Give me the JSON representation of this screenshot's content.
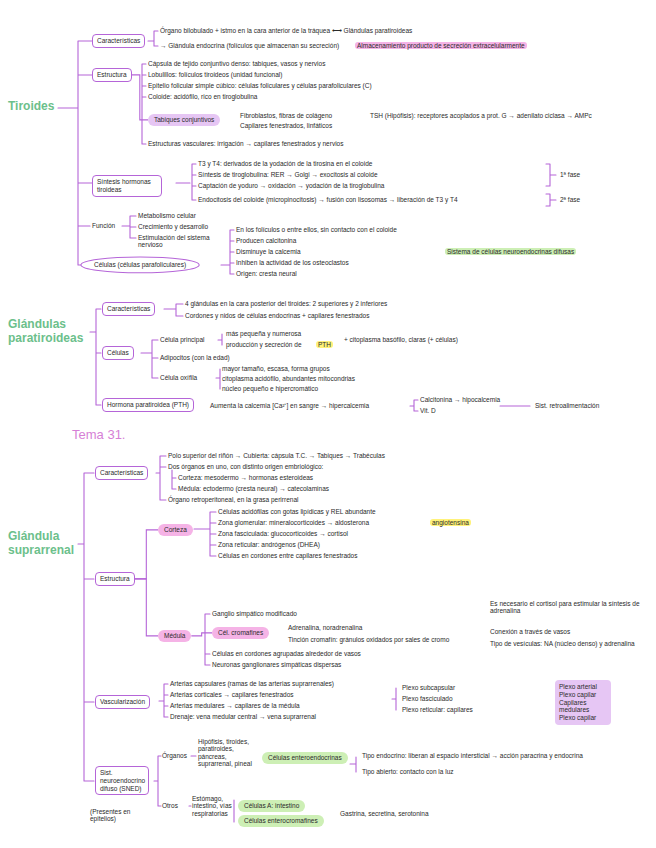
{
  "diagram": {
    "nodes": [
      {
        "text": [
          "Características"
        ]
      },
      {
        "text": [
          "Estructura"
        ]
      },
      {
        "text": [
          "Tabiques conjuntivos"
        ]
      },
      {
        "text": [
          "Síntesis hormonas tiroideas"
        ]
      },
      {
        "text": [
          "Células (células parafoliculares)"
        ]
      },
      {
        "text": [
          "Características"
        ]
      },
      {
        "text": [
          "Células"
        ]
      },
      {
        "text": [
          "Hormona paratiroidea (PTH)"
        ]
      },
      {
        "text": [
          "Características"
        ]
      },
      {
        "text": [
          "Estructura"
        ]
      },
      {
        "text": [
          "Corteza"
        ]
      },
      {
        "text": [
          "Médula"
        ]
      },
      {
        "text": [
          "Cél. cromafines"
        ]
      },
      {
        "text": [
          "Vascularización"
        ]
      },
      {
        "text": [
          "Plexo arterial Plexo capilar Capilares medulares Plexo capilar"
        ]
      },
      {
        "text": [
          "Sist. neuroendocrino difuso (SNED)"
        ]
      },
      {
        "text": [
          "Células enteroendocrinas"
        ]
      },
      {
        "text": [
          "Células A: intestino"
        ]
      },
      {
        "text": [
          "Células enterocromafines"
        ]
      }
    ],
    "edges": [
      {
        "from": 1,
        "to": 2,
        "arrow": "none"
      },
      {
        "from": 9,
        "to": 10,
        "arrow": "none"
      },
      {
        "from": 9,
        "to": 11,
        "arrow": "none"
      },
      {
        "from": 11,
        "to": 12,
        "arrow": "none"
      }
    ],
    "labels": [
      "Tiroides",
      "Órgano bilobulado + istmo en la cara anterior de la tráquea ⟷ Glándulas paratiroideas",
      "→ Glándula endocrina (folículos que almacenan su secreción)",
      "Almacenamiento producto de secreción extracelularmente",
      "Cápsula de tejido conjuntivo denso: tabiques, vasos y nervios",
      "Lobulillos: folículos tiroideos (unidad funcional)",
      "Epitelio folicular simple cúbico: células foliculares y células parafoliculares (C)",
      "Coloide: acidófilo, rico en tiroglobulina",
      "Fibroblastos, fibras de colágeno",
      "Capilares fenestrados, linfáticos",
      "TSH (Hipófisis): receptores acoplados a prot. G → adenilato ciclasa → AMPc",
      "Estructuras vasculares: irrigación → capilares fenestrados y nervios",
      "T3 y T4: derivados de la yodación de la tirosina en el coloide",
      "Síntesis de tiroglobulina: RER → Golgi → exocitosis al coloide",
      "Captación de yoduro → oxidación → yodación de la tiroglobulina",
      "1ª fase",
      "Endocitosis del coloide (micropinocitosis) → fusión con lisosomas → liberación de T3 y T4",
      "2ª fase",
      "Función",
      "Metabolismo celular",
      "Crecimiento y desarrollo",
      "Estimulación del sistema nervioso",
      "En los folículos o entre ellos, sin contacto con el coloide",
      "Producen calcitonina",
      "Disminuye la calcemia",
      "Inhiben la actividad de los osteoclastos",
      "Origen: cresta neural",
      "Sistema de células neuroendocrinas difusas",
      "Glándulas paratiroideas",
      "4 glándulas en la cara posterior del tiroides: 2 superiores y 2 inferiores",
      "Cordones y nidos de células endocrinas + capilares fenestrados",
      "Célula principal",
      "más pequeña y numerosa",
      "producción y secreción de",
      "PTH",
      "+ citoplasma basófilo, claras (+ células)",
      "Adipocitos (con la edad)",
      "Célula oxífila",
      "mayor tamaño, escasa, forma grupos",
      "citoplasma acidófilo, abundantes mitocondrias",
      "núcleo pequeño e hipercromático",
      "Aumenta la calcemia [Ca²⁺] en sangre → hipercalcemia",
      "Calcitonina → hipocalcemia",
      "Vit. D",
      "Sist. retroalimentación",
      "Tema 31.",
      "Glándula suprarrenal",
      "Polo superior del riñón → Cubierta: cápsula T.C. → Tabiques → Trabéculas",
      "Dos órganos en uno, con distinto origen embriológico:",
      "Corteza: mesodermo → hormonas esteroideas",
      "Médula: ectodermo (cresta neural) → catecolaminas",
      "Órgano retroperitoneal, en la grasa perirrenal",
      "Células acidófilas con gotas lipídicas y REL abundante",
      "Zona glomerular: mineralocorticoides → aldosterona",
      "angiotensina",
      "Zona fasciculada: glucocorticoides → cortisol",
      "Zona reticular: andrógenos (DHEA)",
      "Células en cordones entre capilares fenestrados",
      "Ganglio simpático modificado",
      "Adrenalina, noradrenalina",
      "Tinción cromafín: gránulos oxidados por sales de cromo",
      "Células en cordones agrupadas alrededor de vasos",
      "Neuronas ganglionares simpáticas dispersas",
      "Es necesario el cortisol para estimular la síntesis de adrenalina",
      "Conexión a través de vasos",
      "Tipo de vesículas: NA (núcleo denso) y adrenalina",
      "Arterias capsulares (ramas de las arterias suprarrenales)",
      "Arterias corticales → capilares fenestrados",
      "Arterias medulares → capilares de la médula",
      "Drenaje: vena medular central → vena suprarrenal",
      "Plexo subcapsular",
      "Plexo fasciculado",
      "Plexo reticular: capilares",
      "Órganos",
      "Hipófisis, tiroides, paratiroides, páncreas, suprarrenal, pineal",
      "Tipo endocrino: liberan al espacio intersticial → acción paracrina y endocrina",
      "Tipo abierto: contacto con la luz",
      "Otros",
      "Estómago, intestino, vías respiratorias",
      "Gastrina, secretina, serotonina",
      "(Presentes en epitelios)"
    ]
  }
}
